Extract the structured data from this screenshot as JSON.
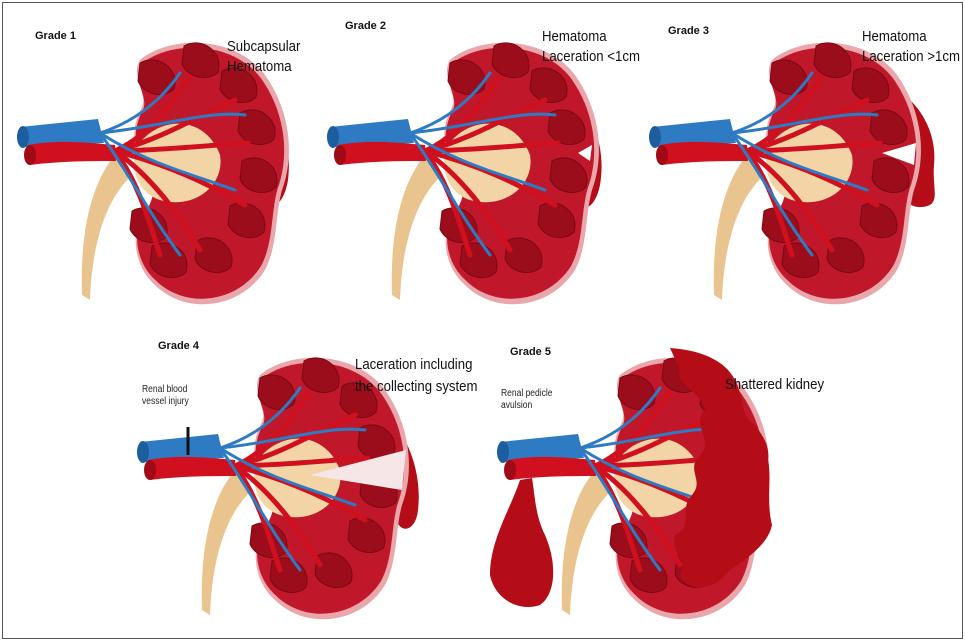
{
  "colors": {
    "kidney_outer": "#c0182a",
    "kidney_inner": "#9c0d1c",
    "capsule": "#e9a7ac",
    "pelvis": "#f2d4a6",
    "ureter": "#e9c48f",
    "vein": "#2e7bc4",
    "artery": "#d0101e",
    "hematoma": "#b50d18"
  },
  "panels": [
    {
      "grade": "Grade 1",
      "description": [
        "Subcapsular",
        "Hematoma"
      ]
    },
    {
      "grade": "Grade 2",
      "description": [
        "Hematoma",
        "Laceration <1cm"
      ]
    },
    {
      "grade": "Grade 3",
      "description": [
        "Hematoma",
        "Laceration >1cm"
      ]
    },
    {
      "grade": "Grade 4",
      "description": [
        "Laceration including",
        "the collecting system"
      ],
      "note": [
        "Renal blood",
        "vessel injury"
      ]
    },
    {
      "grade": "Grade 5",
      "description": [
        "Shattered kidney"
      ],
      "note": [
        "Renal pedicle",
        "avulsion"
      ]
    }
  ]
}
